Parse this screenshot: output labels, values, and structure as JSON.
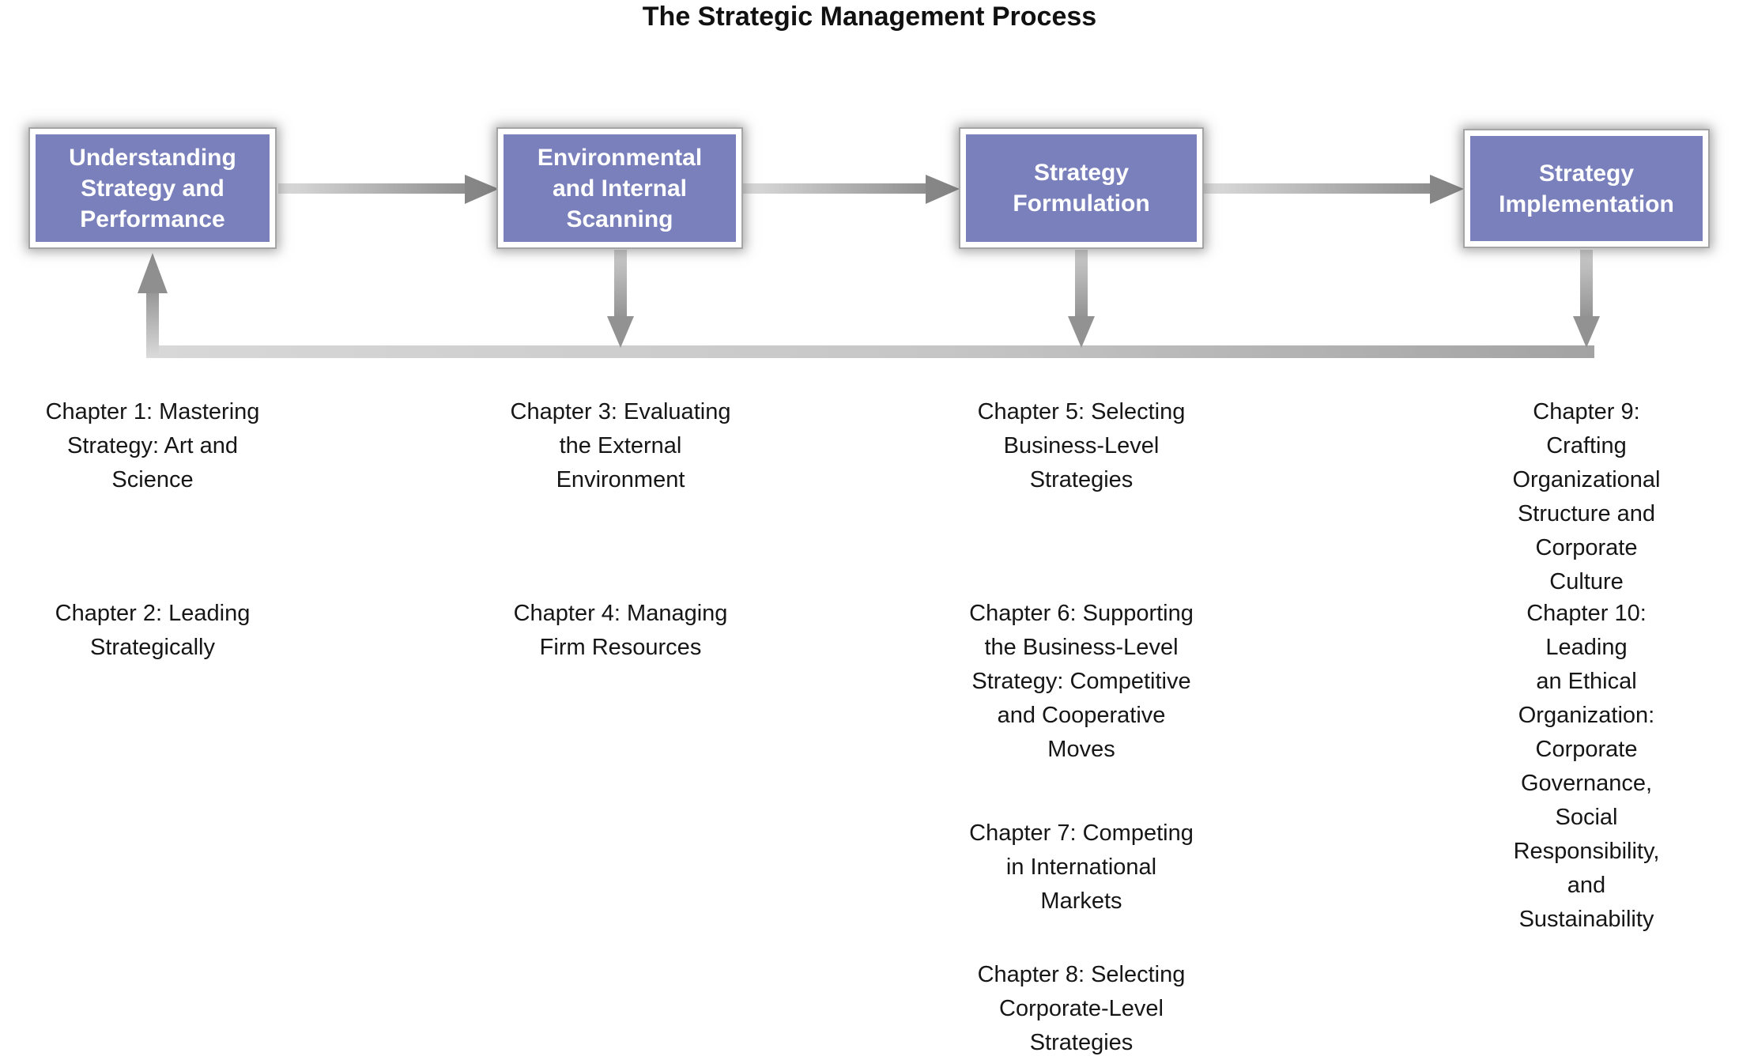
{
  "title": "The Strategic Management Process",
  "colors": {
    "box_fill": "#7a80bb",
    "box_border": "#ffffff",
    "box_outline": "#a5a5a5",
    "arrow_gray": "#9a9a9a",
    "text": "#161616"
  },
  "steps": [
    {
      "label": "Understanding\nStrategy and\nPerformance",
      "chapters": [
        "Chapter 1: Mastering\nStrategy: Art and\nScience",
        "Chapter 2: Leading\nStrategically"
      ]
    },
    {
      "label": "Environmental\nand Internal\nScanning",
      "chapters": [
        "Chapter 3: Evaluating\nthe External\nEnvironment",
        "Chapter 4: Managing\nFirm Resources"
      ]
    },
    {
      "label": "Strategy\nFormulation",
      "chapters": [
        "Chapter 5: Selecting\nBusiness-Level\nStrategies",
        "Chapter 6: Supporting\nthe Business-Level\nStrategy: Competitive\nand Cooperative\nMoves",
        "Chapter 7: Competing\nin International\nMarkets",
        "Chapter 8: Selecting\nCorporate-Level\nStrategies"
      ]
    },
    {
      "label": "Strategy\nImplementation",
      "chapters": [
        "Chapter 9: Crafting\nOrganizational\nStructure and\nCorporate Culture",
        "Chapter 10: Leading\nan Ethical\nOrganization:\nCorporate\nGovernance, Social\nResponsibility, and\nSustainability"
      ]
    }
  ]
}
